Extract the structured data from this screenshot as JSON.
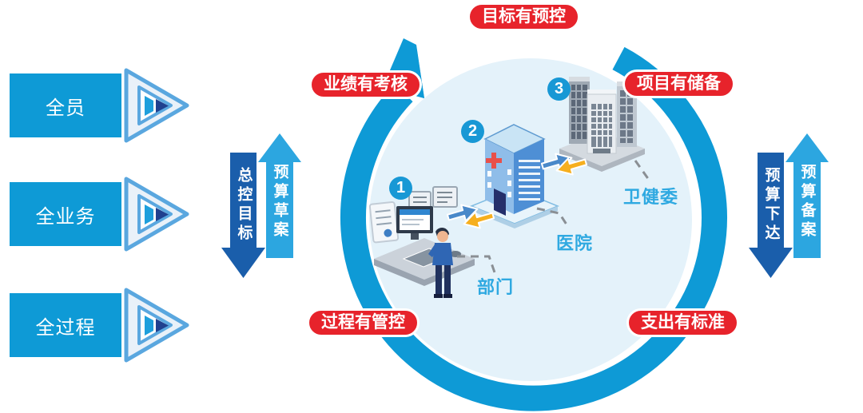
{
  "diagram": {
    "type": "closed-loop budget management cycle",
    "palette": {
      "primary_blue": "#0E9AD6",
      "dark_arrow_blue": "#1A5EAB",
      "light_arrow_blue": "#2CA6E0",
      "badge_red": "#E7232B",
      "entity_label_blue": "#2FA9E1",
      "pale_circle_fill": "#E4F2FA",
      "exchange_yellow": "#F6AF1E",
      "exchange_blue": "#4A89C9"
    },
    "left_items": [
      {
        "label": "全员"
      },
      {
        "label": "全业务"
      },
      {
        "label": "全过程"
      }
    ],
    "flows": {
      "left": {
        "down_label": "总控目标",
        "up_label": "预算草案"
      },
      "right": {
        "down_label": "预算下达",
        "up_label": "预算备案"
      }
    },
    "badges": {
      "top": "目标有预控",
      "upper_left": "业绩有考核",
      "upper_right": "项目有储备",
      "lower_left": "过程有管控",
      "lower_right": "支出有标准"
    },
    "entities": [
      {
        "num": "1",
        "label": "部门"
      },
      {
        "num": "2",
        "label": "医院"
      },
      {
        "num": "3",
        "label": "卫健委"
      }
    ]
  }
}
